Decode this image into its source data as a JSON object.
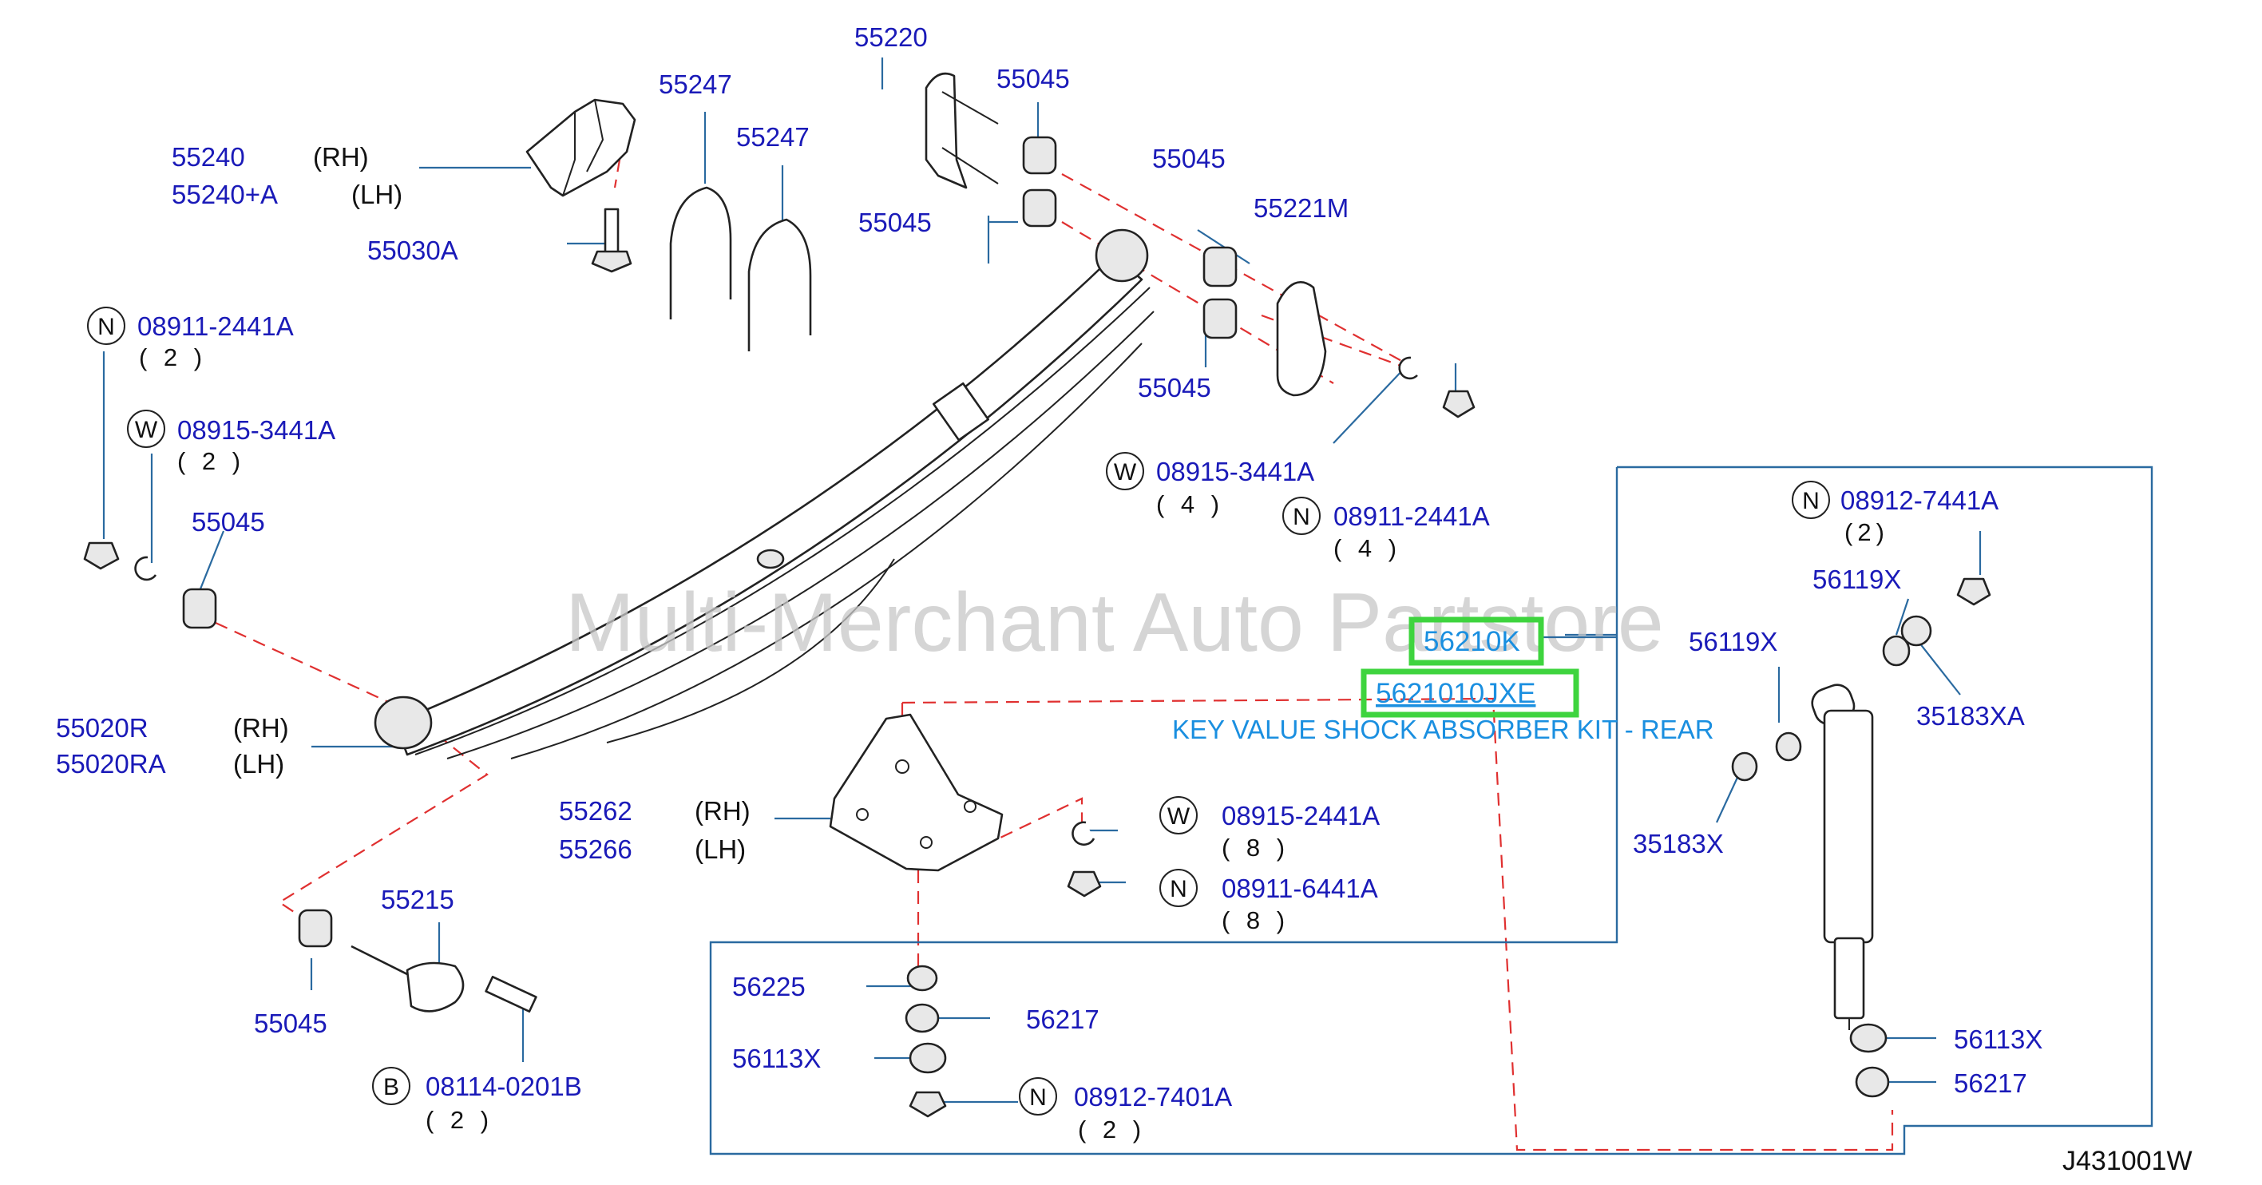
{
  "watermark": "Multi-Merchant Auto Partstore",
  "ref_code": "J431001W",
  "kit_description": "KEY VALUE SHOCK ABSORBER KIT - REAR",
  "highlighted": {
    "shock_part": "56210K",
    "kit_part": "5621010JXE"
  },
  "labels": {
    "p55220": "55220",
    "p55247a": "55247",
    "p55247b": "55247",
    "p55045_top": "55045",
    "p55240": "55240",
    "rh1": "(RH)",
    "p55240a": "55240+A",
    "lh1": "(LH)",
    "p55045_mid": "55045",
    "p55045_left": "55045",
    "p55221m": "55221M",
    "p55030a": "55030A",
    "n_08911_2441a_left": "08911-2441A",
    "q2_a": "( 2 )",
    "w_08915_3441a_left": "08915-3441A",
    "q2_b": "( 2 )",
    "p55045_right": "55045",
    "w_08915_3441a_right": "08915-3441A",
    "q4_a": "( 4 )",
    "n_08911_2441a_right": "08911-2441A",
    "q4_b": "( 4 )",
    "p55045_far_left": "55045",
    "n_08912_7441a": "08912-7441A",
    "q2_c": "(2)",
    "p56119x_a": "56119X",
    "p56119x_b": "56119X",
    "p35183xa": "35183XA",
    "p35183x": "35183X",
    "p55020r": "55020R",
    "rh2": "(RH)",
    "p55020ra": "55020RA",
    "lh2": "(LH)",
    "p55262": "55262",
    "rh3": "(RH)",
    "p55266": "55266",
    "lh3": "(LH)",
    "w_08915_2441a": "08915-2441A",
    "q8_a": "( 8 )",
    "n_08911_6441a": "08911-6441A",
    "q8_b": "( 8 )",
    "p55215": "55215",
    "p55045_bottom": "55045",
    "b_08114_0201b": "08114-0201B",
    "q2_d": "( 2 )",
    "p56225": "56225",
    "p56217_a": "56217",
    "p56113x_a": "56113X",
    "n_08912_7401a": "08912-7401A",
    "q2_e": "( 2 )",
    "p56113x_b": "56113X",
    "p56217_b": "56217"
  },
  "symbols": {
    "n": "N",
    "w": "W",
    "b": "B"
  }
}
